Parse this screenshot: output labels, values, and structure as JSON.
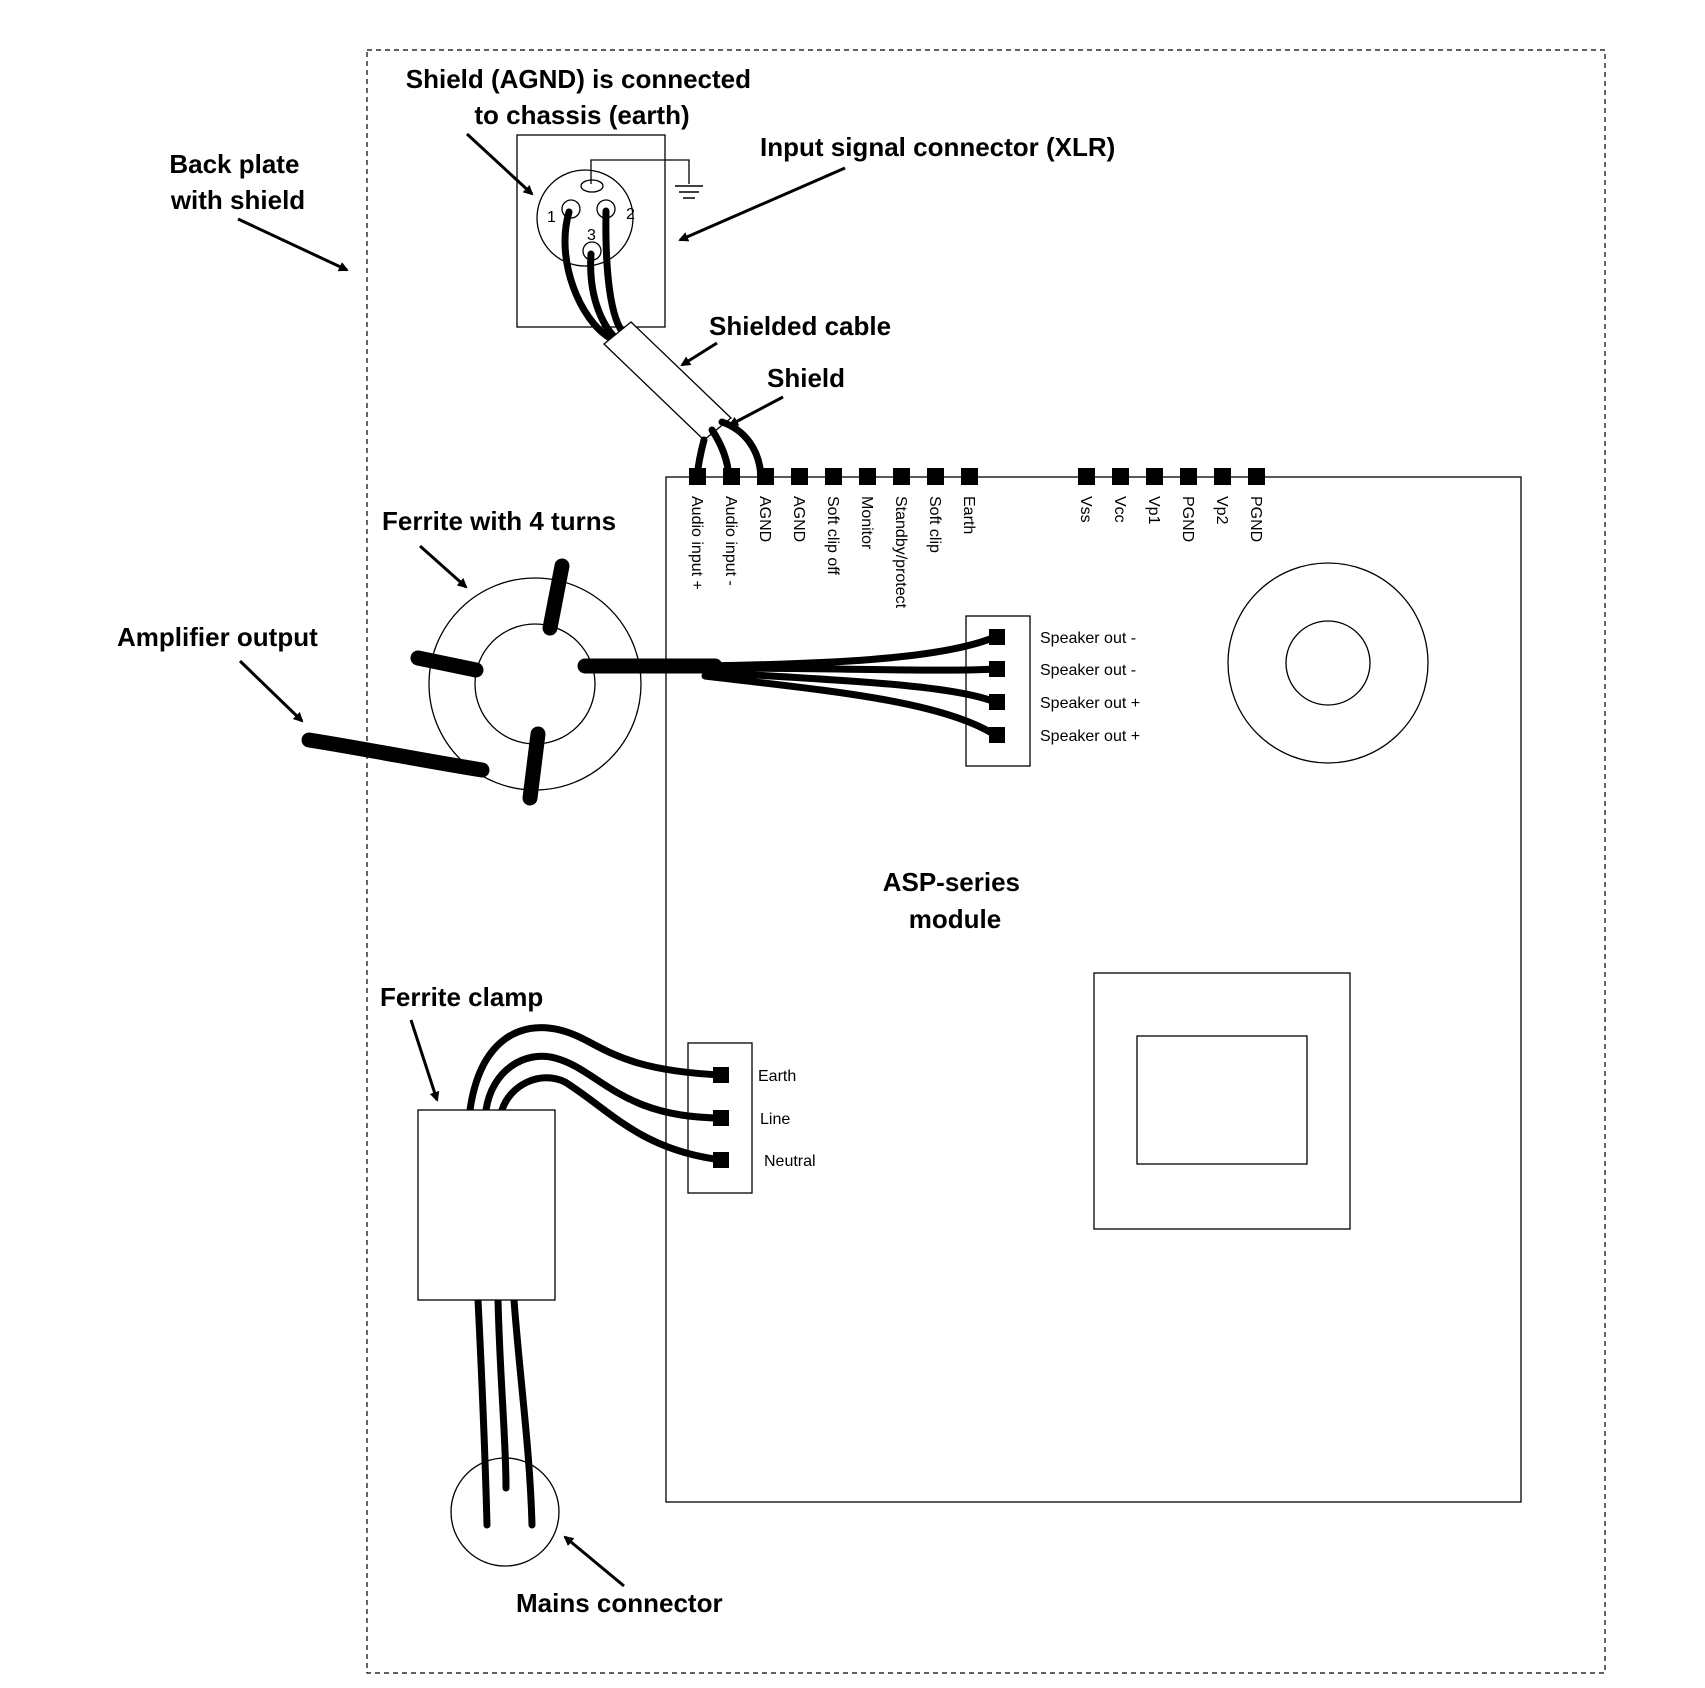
{
  "callouts": {
    "back_plate": [
      "Back plate",
      "with shield"
    ],
    "shield_agnd": [
      "Shield (AGND) is connected",
      "to chassis (earth)"
    ],
    "input_connector": "Input signal connector (XLR)",
    "shielded_cable": "Shielded cable",
    "shield": "Shield",
    "ferrite_turns": "Ferrite with 4 turns",
    "amp_output": "Amplifier output",
    "module": [
      "ASP-series",
      "module"
    ],
    "ferrite_clamp": "Ferrite clamp",
    "mains_connector": "Mains connector"
  },
  "xlr_pins": [
    "1",
    "2",
    "3"
  ],
  "header_pins_left": [
    "Audio input +",
    "Audio input -",
    "AGND",
    "AGND",
    "Soft clip off",
    "Monitor",
    "Standby/protect",
    "Soft clip",
    "Earth"
  ],
  "header_pins_right": [
    "Vss",
    "Vcc",
    "Vp1",
    "PGND",
    "Vp2",
    "PGND"
  ],
  "speaker_pins": [
    "Speaker out -",
    "Speaker out -",
    "Speaker out +",
    "Speaker out +"
  ],
  "mains_pins": [
    "Earth",
    "Line",
    "Neutral"
  ]
}
